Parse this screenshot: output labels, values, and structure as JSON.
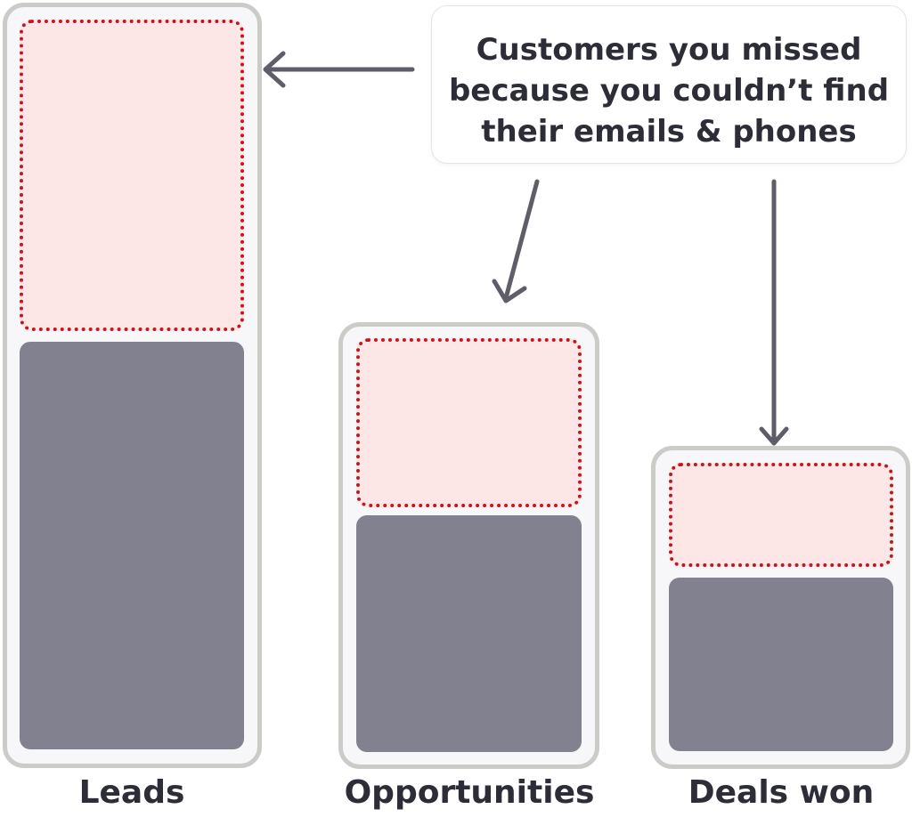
{
  "callout": {
    "lines": [
      "Customers you missed",
      "because you couldn’t find",
      "their emails & phones"
    ]
  },
  "columns": [
    {
      "label": "Leads"
    },
    {
      "label": "Opportunities"
    },
    {
      "label": "Deals won"
    }
  ],
  "colors": {
    "column_border": "#cbcbc8",
    "column_fill": "#f7f7fa",
    "missed_border": "#c5161d",
    "missed_fill": "#fde6e6",
    "captured_fill": "#82818f",
    "arrow": "#5e5d68",
    "text": "#2d2d37"
  },
  "icons": [
    "arrow-left-icon",
    "arrow-down-icon"
  ]
}
